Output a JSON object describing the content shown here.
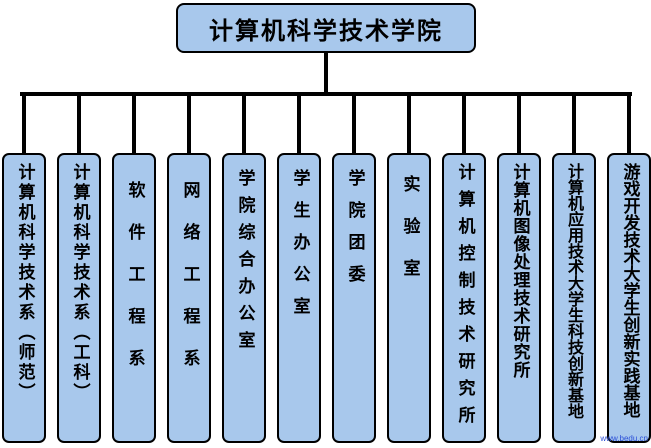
{
  "root": {
    "label": "计算机科学技术学院"
  },
  "departments": [
    {
      "label": "计算机科学技术系（师范）"
    },
    {
      "label": "计算机科学技术系（工科）"
    },
    {
      "label": "软件工程系"
    },
    {
      "label": "网络工程系"
    },
    {
      "label": "学院综合办公室"
    },
    {
      "label": "学生办公室"
    },
    {
      "label": "学院团委"
    },
    {
      "label": "实验室"
    },
    {
      "label": "计算机控制技术研究所"
    },
    {
      "label": "计算机图像处理技术研究所"
    },
    {
      "label": "计算机应用技术大学生科技创新基地"
    },
    {
      "label": "游戏开发技术大学生创新实践基地"
    }
  ],
  "watermark": "www.bedu.cn",
  "colors": {
    "box_fill": "#a8c8ec",
    "line": "#000000"
  }
}
